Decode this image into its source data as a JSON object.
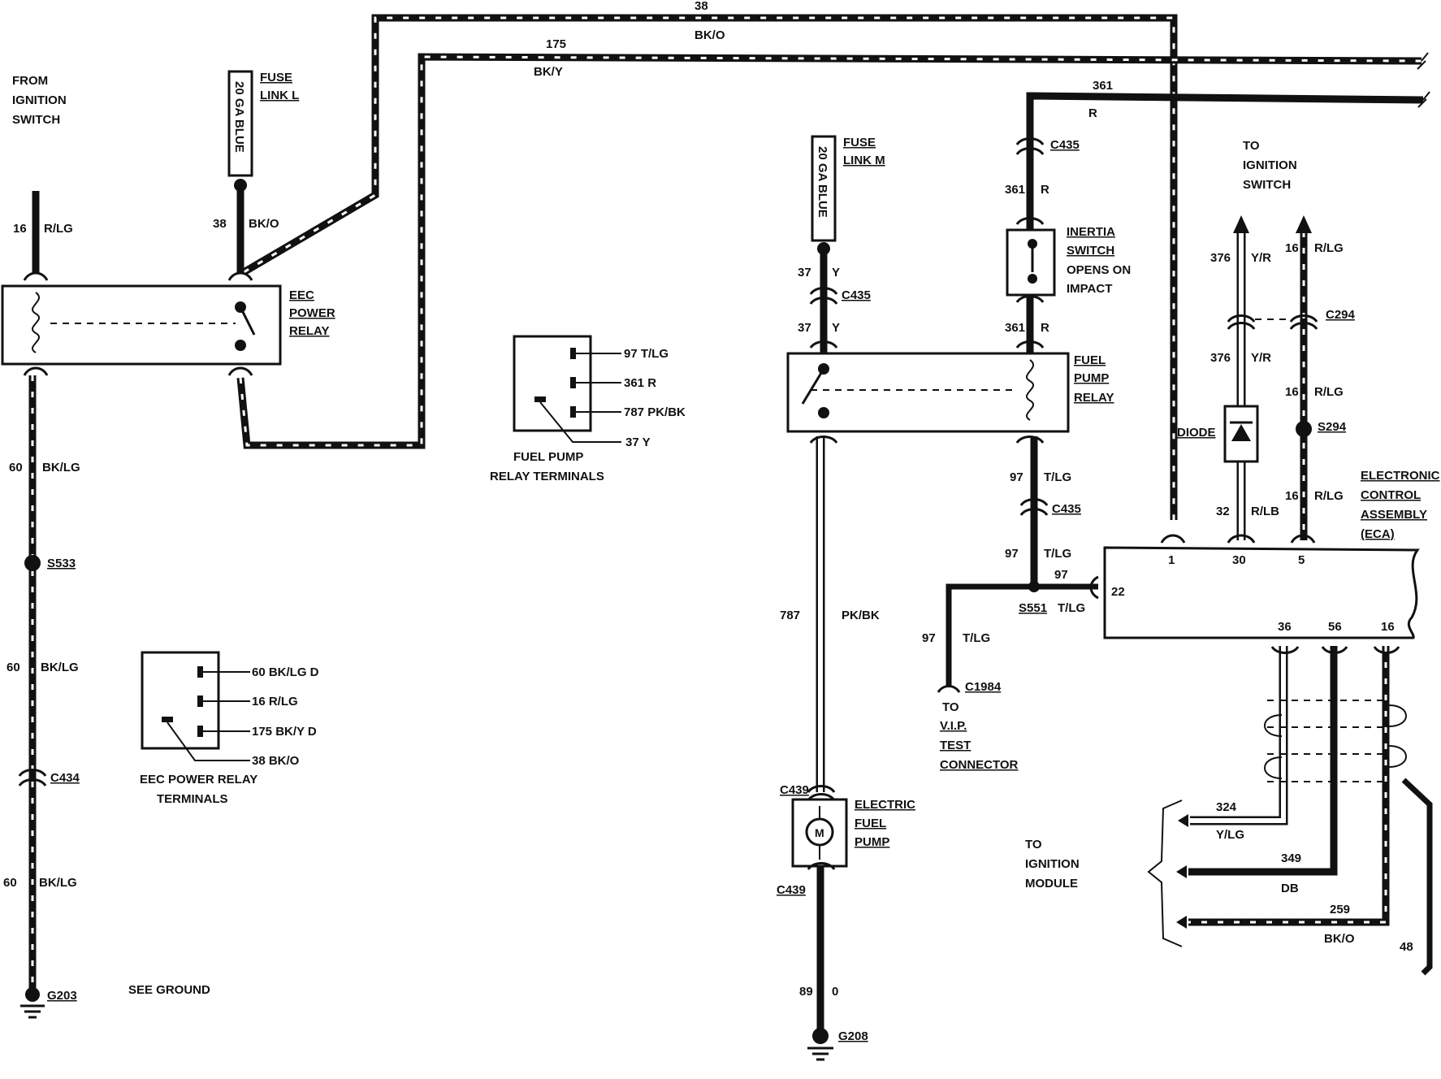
{
  "labels": {
    "from_ignition_switch": [
      "FROM",
      "IGNITION",
      "SWITCH"
    ],
    "to_ignition_switch": [
      "TO",
      "IGNITION",
      "SWITCH"
    ],
    "to_ignition_module": [
      "TO",
      "IGNITION",
      "MODULE"
    ],
    "to_vip": [
      "TO",
      "V.I.P.",
      "TEST",
      "CONNECTOR"
    ],
    "see_ground": "SEE GROUND",
    "ecu": [
      "ELECTRONIC",
      "CONTROL",
      "ASSEMBLY",
      "(ECA)"
    ]
  },
  "components": {
    "fuse_link_l": {
      "text": "20 GA BLUE",
      "name": [
        "FUSE",
        "LINK L"
      ]
    },
    "fuse_link_m": {
      "text": "20 GA BLUE",
      "name": [
        "FUSE",
        "LINK M"
      ]
    },
    "eec_power_relay": [
      "EEC",
      "POWER",
      "RELAY"
    ],
    "fuel_pump_relay": [
      "FUEL",
      "PUMP",
      "RELAY"
    ],
    "inertia_switch": [
      "INERTIA",
      "SWITCH",
      "OPENS ON",
      "IMPACT"
    ],
    "diode": "DIODE",
    "electric_fuel_pump": [
      "ELECTRIC",
      "FUEL",
      "PUMP"
    ],
    "motor_symbol": "M"
  },
  "wires": {
    "w38_top": {
      "circuit": "38",
      "color": "BK/O"
    },
    "w175_top": {
      "circuit": "175",
      "color": "BK/Y"
    },
    "w361_top": {
      "circuit": "361",
      "color": "R"
    },
    "w16_left": {
      "circuit": "16",
      "color": "R/LG"
    },
    "w38_left": {
      "circuit": "38",
      "color": "BK/O"
    },
    "w60_a": {
      "circuit": "60",
      "color": "BK/LG"
    },
    "w60_b": {
      "circuit": "60",
      "color": "BK/LG"
    },
    "w60_c": {
      "circuit": "60",
      "color": "BK/LG"
    },
    "w37_a": {
      "circuit": "37",
      "color": "Y"
    },
    "w37_b": {
      "circuit": "37",
      "color": "Y"
    },
    "w361_a": {
      "circuit": "361",
      "color": "R"
    },
    "w361_b": {
      "circuit": "361",
      "color": "R"
    },
    "w97_a": {
      "circuit": "97",
      "color": "T/LG"
    },
    "w97_b": {
      "circuit": "97",
      "color": "T/LG"
    },
    "w97_c": {
      "circuit": "97",
      "color": "T/LG"
    },
    "w97_d": {
      "circuit": "97",
      "color": "T/LG"
    },
    "w787": {
      "circuit": "787",
      "color": "PK/BK"
    },
    "w376_a": {
      "circuit": "376",
      "color": "Y/R"
    },
    "w376_b": {
      "circuit": "376",
      "color": "Y/R"
    },
    "w16_a": {
      "circuit": "16",
      "color": "R/LG"
    },
    "w16_b": {
      "circuit": "16",
      "color": "R/LG"
    },
    "w16_c": {
      "circuit": "16",
      "color": "R/LG"
    },
    "w32": {
      "circuit": "32",
      "color": "R/LB"
    },
    "w89": {
      "circuit": "89",
      "color": "0"
    },
    "w324": {
      "circuit": "324",
      "color": "Y/LG"
    },
    "w349": {
      "circuit": "349",
      "color": "DB"
    },
    "w259": {
      "circuit": "259",
      "color": "BK/O"
    },
    "w48": "48"
  },
  "connectors": {
    "c435_a": "C435",
    "c435_b": "C435",
    "c435_c": "C435",
    "c294": "C294",
    "c434": "C434",
    "c439_a": "C439",
    "c439_b": "C439",
    "c1984": "C1984",
    "s533": "S533",
    "s551": "S551",
    "s294": "S294",
    "g203": "G203",
    "g208": "G208"
  },
  "ecu_pins": {
    "p1": "1",
    "p30": "30",
    "p5": "5",
    "p22": "22",
    "p36": "36",
    "p56": "56",
    "p16": "16"
  },
  "fuel_pump_relay_terminals": {
    "rows": [
      "97 T/LG",
      "361 R",
      "787 PK/BK",
      "37 Y"
    ],
    "caption": [
      "FUEL PUMP",
      "RELAY TERMINALS"
    ]
  },
  "eec_power_relay_terminals": {
    "rows": [
      "60 BK/LG D",
      "16 R/LG",
      "175 BK/Y D",
      "38 BK/O"
    ],
    "caption": [
      "EEC POWER RELAY",
      "TERMINALS"
    ]
  }
}
